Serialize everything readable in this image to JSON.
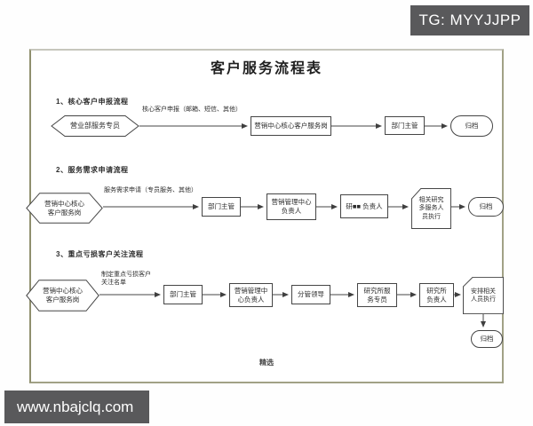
{
  "overlays": {
    "top_badge": "TG: MYYJJPP",
    "bottom_badge": "www.nbajclq.com"
  },
  "chart": {
    "title": "客户服务流程表",
    "footer": "精选",
    "flows": [
      {
        "heading": "1、核心客户申报流程",
        "edge_label": "核心客户申报（邮箱、短信、其他）",
        "nodes": [
          {
            "id": "sales-dept-service-specialist",
            "shape": "hexagon",
            "label": "营业部服务专员"
          },
          {
            "id": "marketing-center-core-customer-service-post",
            "shape": "rect",
            "label": "营销中心核心客户服务岗"
          },
          {
            "id": "dept-supervisor",
            "shape": "rect",
            "label": "部门主管"
          },
          {
            "id": "archive",
            "shape": "stadium",
            "label": "归档"
          }
        ]
      },
      {
        "heading": "2、服务需求申请流程",
        "edge_label": "服务需求申请（专员服务、其他）",
        "nodes": [
          {
            "id": "marketing-center-core-customer-service-post",
            "shape": "hexagon",
            "label": "营销中心核心\n客户服务岗"
          },
          {
            "id": "dept-supervisor",
            "shape": "rect",
            "label": "部门主管"
          },
          {
            "id": "marketing-mgmt-center-director",
            "shape": "rect",
            "label": "营销管理中心\n负责人"
          },
          {
            "id": "institute-director",
            "shape": "rect",
            "label": "研■■ 负责人"
          },
          {
            "id": "related-research-staff-execute",
            "shape": "card",
            "label": "相关研究\n多服务人\n员执行"
          },
          {
            "id": "archive",
            "shape": "stadium",
            "label": "归档"
          }
        ]
      },
      {
        "heading": "3、重点亏损客户关注流程",
        "edge_label": "制定重点亏损客户\n关注名单",
        "nodes": [
          {
            "id": "marketing-center-core-customer-service-post",
            "shape": "hexagon",
            "label": "营销中心核心\n客户服务岗"
          },
          {
            "id": "dept-supervisor",
            "shape": "rect",
            "label": "部门主管"
          },
          {
            "id": "marketing-mgmt-center-director",
            "shape": "rect",
            "label": "营销管理中\n心负责人"
          },
          {
            "id": "leader-in-charge",
            "shape": "rect",
            "label": "分管领导"
          },
          {
            "id": "institute-service-specialist",
            "shape": "rect",
            "label": "研究所服\n务专员"
          },
          {
            "id": "institute-director",
            "shape": "rect",
            "label": "研究所\n负责人"
          },
          {
            "id": "arrange-personnel-execute",
            "shape": "card",
            "label": "安排相关\n人员执行"
          },
          {
            "id": "archive",
            "shape": "stadium",
            "label": "归档"
          }
        ]
      }
    ]
  },
  "colors": {
    "badge_bg": "#59595b",
    "badge_text": "#ffffff",
    "frame_border": "#a1a186",
    "line": "#454545"
  }
}
